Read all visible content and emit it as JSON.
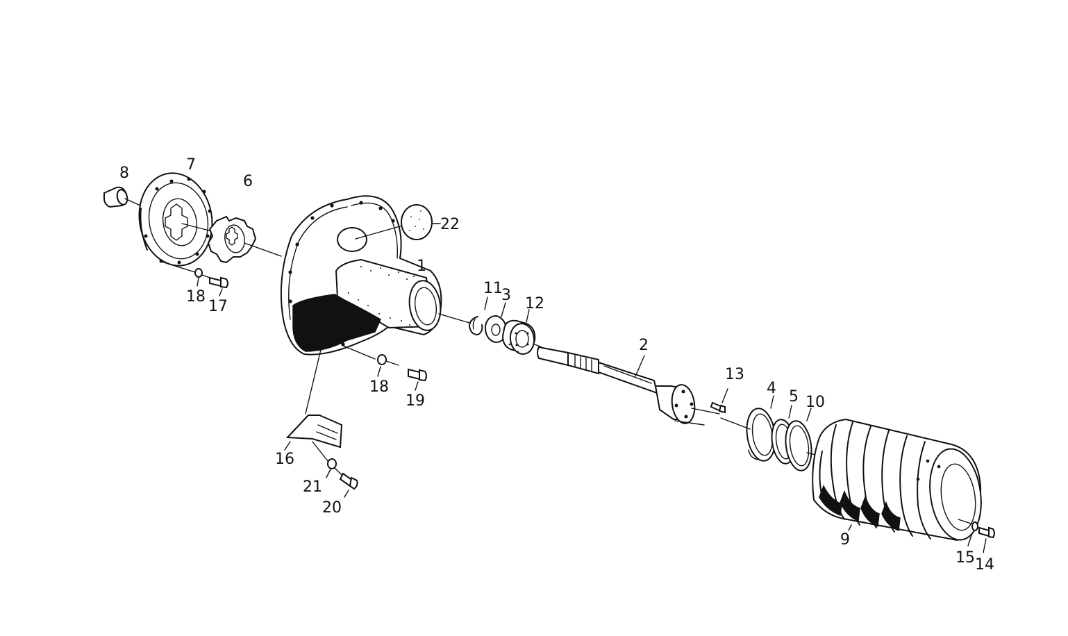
{
  "diagram": {
    "type": "exploded-parts-view",
    "line_color": "#111111",
    "background_color": "#ffffff"
  },
  "parts": [
    {
      "id": "1",
      "label": "1"
    },
    {
      "id": "2",
      "label": "2"
    },
    {
      "id": "3",
      "label": "3"
    },
    {
      "id": "4",
      "label": "4"
    },
    {
      "id": "5",
      "label": "5"
    },
    {
      "id": "6",
      "label": "6"
    },
    {
      "id": "7",
      "label": "7"
    },
    {
      "id": "8",
      "label": "8"
    },
    {
      "id": "9",
      "label": "9"
    },
    {
      "id": "10",
      "label": "10"
    },
    {
      "id": "11",
      "label": "11"
    },
    {
      "id": "12",
      "label": "12"
    },
    {
      "id": "13",
      "label": "13"
    },
    {
      "id": "14",
      "label": "14"
    },
    {
      "id": "15",
      "label": "15"
    },
    {
      "id": "16",
      "label": "16"
    },
    {
      "id": "17",
      "label": "17"
    },
    {
      "id": "18a",
      "label": "18"
    },
    {
      "id": "18b",
      "label": "18"
    },
    {
      "id": "19",
      "label": "19"
    },
    {
      "id": "20",
      "label": "20"
    },
    {
      "id": "21",
      "label": "21"
    },
    {
      "id": "22",
      "label": "22"
    }
  ]
}
